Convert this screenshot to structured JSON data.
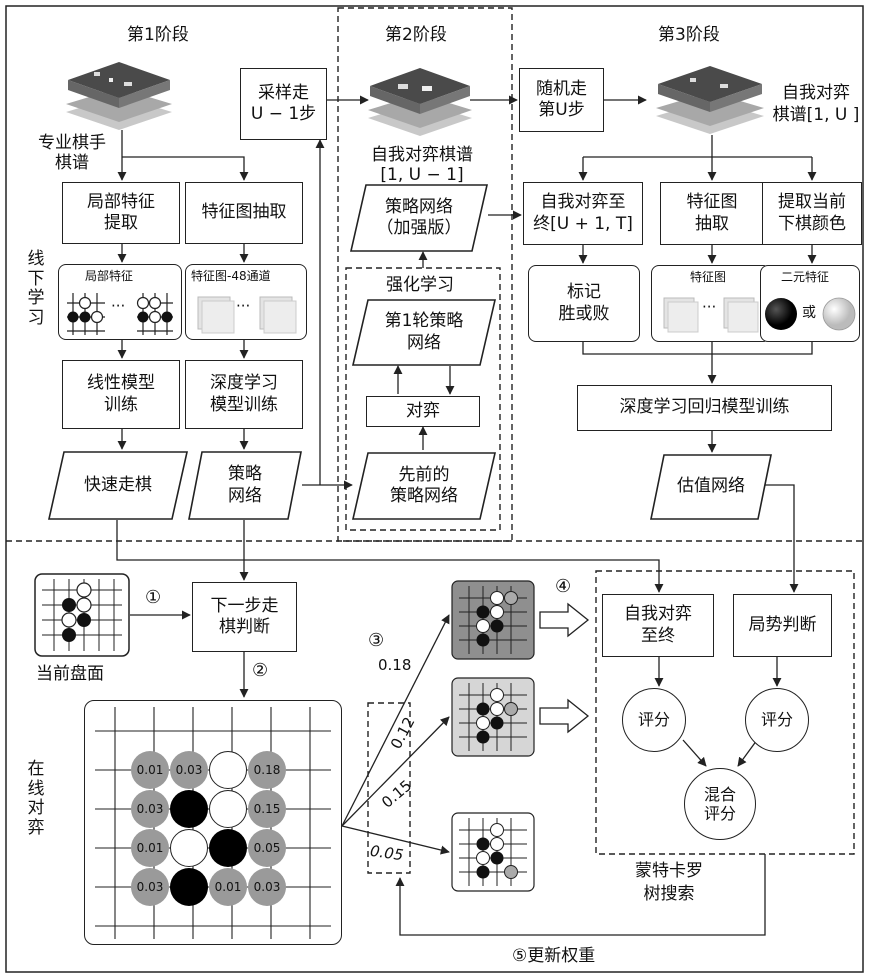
{
  "stages": {
    "stage1": "第1阶段",
    "stage2": "第2阶段",
    "stage3": "第3阶段"
  },
  "offline_label": "线\n下\n学\n习",
  "online_label": "在\n线\n对\n弈",
  "stage1": {
    "source_label": "专业棋手\n棋谱",
    "local_feature_extract": "局部特征\n提取",
    "feature_map_extract": "特征图抽取",
    "local_feature_caption": "局部特征",
    "feature_map_caption": "特征图-48通道",
    "ellipsis": "···",
    "linear_model_train": "线性模型\n训练",
    "deep_model_train": "深度学习\n模型训练",
    "fast_move": "快速走棋",
    "policy_net": "策略\n网络"
  },
  "stage2": {
    "sample_steps": "采样走\nU − 1步",
    "selfplay_record": "自我对弈棋谱\n[1, U − 1]",
    "policy_net_plus": "策略网络\n（加强版）",
    "rl_title": "强化学习",
    "round1_policy": "第1轮策略\n网络",
    "play": "对弈",
    "prev_policy": "先前的\n策略网络"
  },
  "stage3": {
    "random_move": "随机走\n第U步",
    "selfplay_record": "自我对弈\n棋谱[1, U ]",
    "selfplay_to_end": "自我对弈至\n终[U + 1, T]",
    "feature_extract": "特征图\n抽取",
    "color_extract": "提取当前\n下棋颜色",
    "mark_result": "标记\n胜或败",
    "feature_caption": "特征图",
    "binary_caption": "二元特征",
    "or_text": "或",
    "regression_train": "深度学习回归模型训练",
    "value_net": "估值网络"
  },
  "online": {
    "current_board": "当前盘面",
    "next_move": "下一步走\n棋判断",
    "step1": "①",
    "step2": "②",
    "step3": "③",
    "step4": "④",
    "update_weights": "⑤更新权重",
    "mcts_label": "蒙特卡罗\n树搜索",
    "selfplay_end": "自我对弈\n至终",
    "situation_judge": "局势判断",
    "score1": "评分",
    "score2": "评分",
    "mixed_score": "混合\n评分",
    "probs": [
      "0.18",
      "0.12",
      "0.15",
      "0.05"
    ],
    "grid_values": {
      "r0": [
        "0.01",
        "0.03",
        "",
        "0.18"
      ],
      "r1": [
        "0.03",
        "",
        "",
        "0.15"
      ],
      "r2": [
        "0.01",
        "",
        "",
        "0.05"
      ],
      "r3": [
        "0.03",
        "",
        "0.01",
        "0.03"
      ]
    }
  },
  "colors": {
    "gray_stone": "#9a9a9a",
    "board_dark": "#8f8f8f",
    "board_light": "#d6d6d6"
  }
}
